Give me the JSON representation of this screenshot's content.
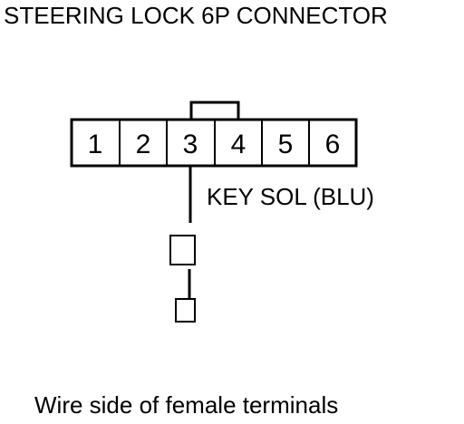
{
  "title": "STEERING LOCK 6P CONNECTOR",
  "connector": {
    "pins": [
      "1",
      "2",
      "3",
      "4",
      "5",
      "6"
    ],
    "latch_between_pins": [
      "3",
      "4"
    ]
  },
  "wire": {
    "pin": "3",
    "label": "KEY SOL (BLU)"
  },
  "caption": "Wire side of female terminals"
}
